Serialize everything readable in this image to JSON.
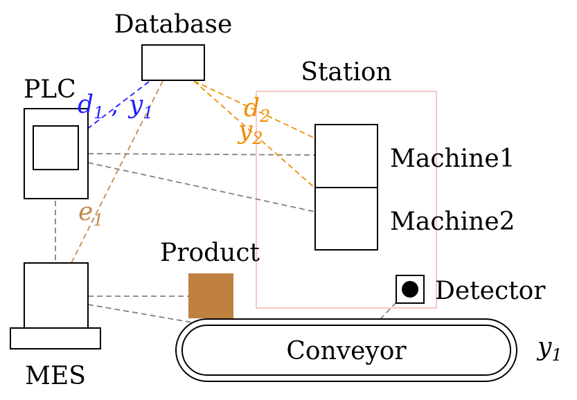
{
  "nodes": {
    "database": "Database",
    "plc": "PLC",
    "station": "Station",
    "machine1": "Machine1",
    "machine2": "Machine2",
    "product": "Product",
    "detector": "Detector",
    "conveyor": "Conveyor",
    "mes": "MES"
  },
  "edge_labels": {
    "d1": "d",
    "d1_sub": "1",
    "y1_plc": "y",
    "y1_plc_sub": "1",
    "d2": "d",
    "d2_sub": "2",
    "y2": "y",
    "y2_sub": "2",
    "e1": "e",
    "e1_sub": "1",
    "y1_conveyor": "y",
    "y1_conveyor_sub": "1"
  },
  "colors": {
    "blue": "#1f1fff",
    "orange": "#f08c00",
    "brown": "#c08a4b",
    "gray": "#808080",
    "station_border": "#f4b6b6",
    "product_fill": "#c08040"
  }
}
